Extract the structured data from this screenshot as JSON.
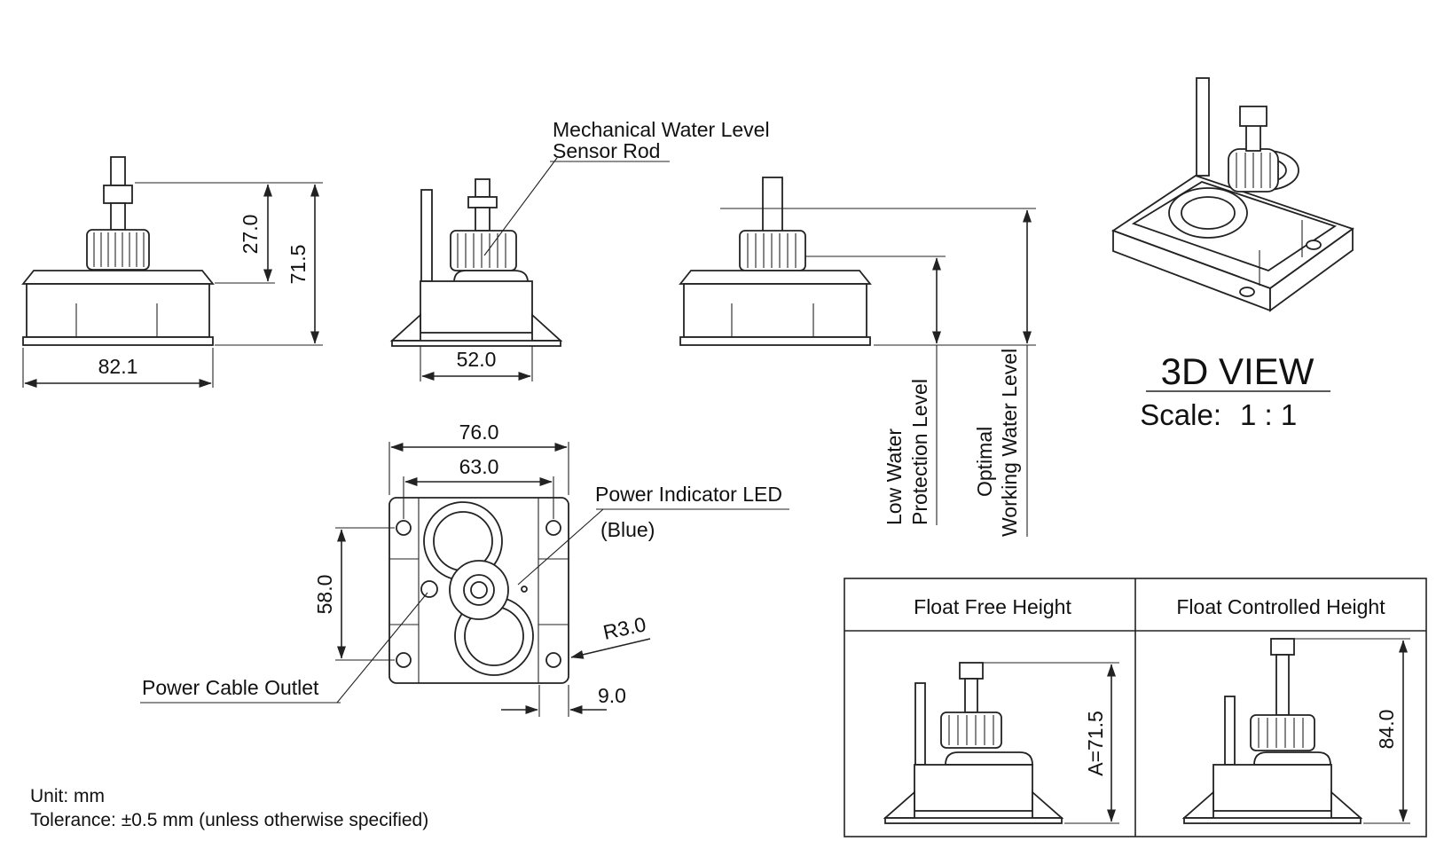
{
  "dimensions": {
    "side_width": "82.1",
    "rod_height": "27.0",
    "total_height": "71.5",
    "front_width": "52.0",
    "top_outer_width": "76.0",
    "top_inner_width": "63.0",
    "top_hole_spacing": "58.0",
    "corner_radius": "R3.0",
    "edge_offset": "9.0",
    "float_free_height": "A=71.5",
    "float_controlled_height": "84.0"
  },
  "callouts": {
    "sensor_rod_line1": "Mechanical Water Level",
    "sensor_rod_line2": "Sensor Rod",
    "led_line1": "Power Indicator LED",
    "led_line2": "(Blue)",
    "cable_outlet": "Power Cable Outlet",
    "low_water_line1": "Low Water",
    "low_water_line2": "Protection Level",
    "optimal_line1": "Optimal",
    "optimal_line2": "Working Water Level"
  },
  "view_3d": {
    "title": "3D VIEW",
    "scale_label": "Scale:",
    "scale_value": "1 : 1"
  },
  "height_table": {
    "headers": [
      "Float Free Height",
      "Float Controlled Height"
    ]
  },
  "notes": {
    "unit": "Unit: mm",
    "tolerance": "Tolerance: ±0.5 mm (unless otherwise specified)"
  }
}
